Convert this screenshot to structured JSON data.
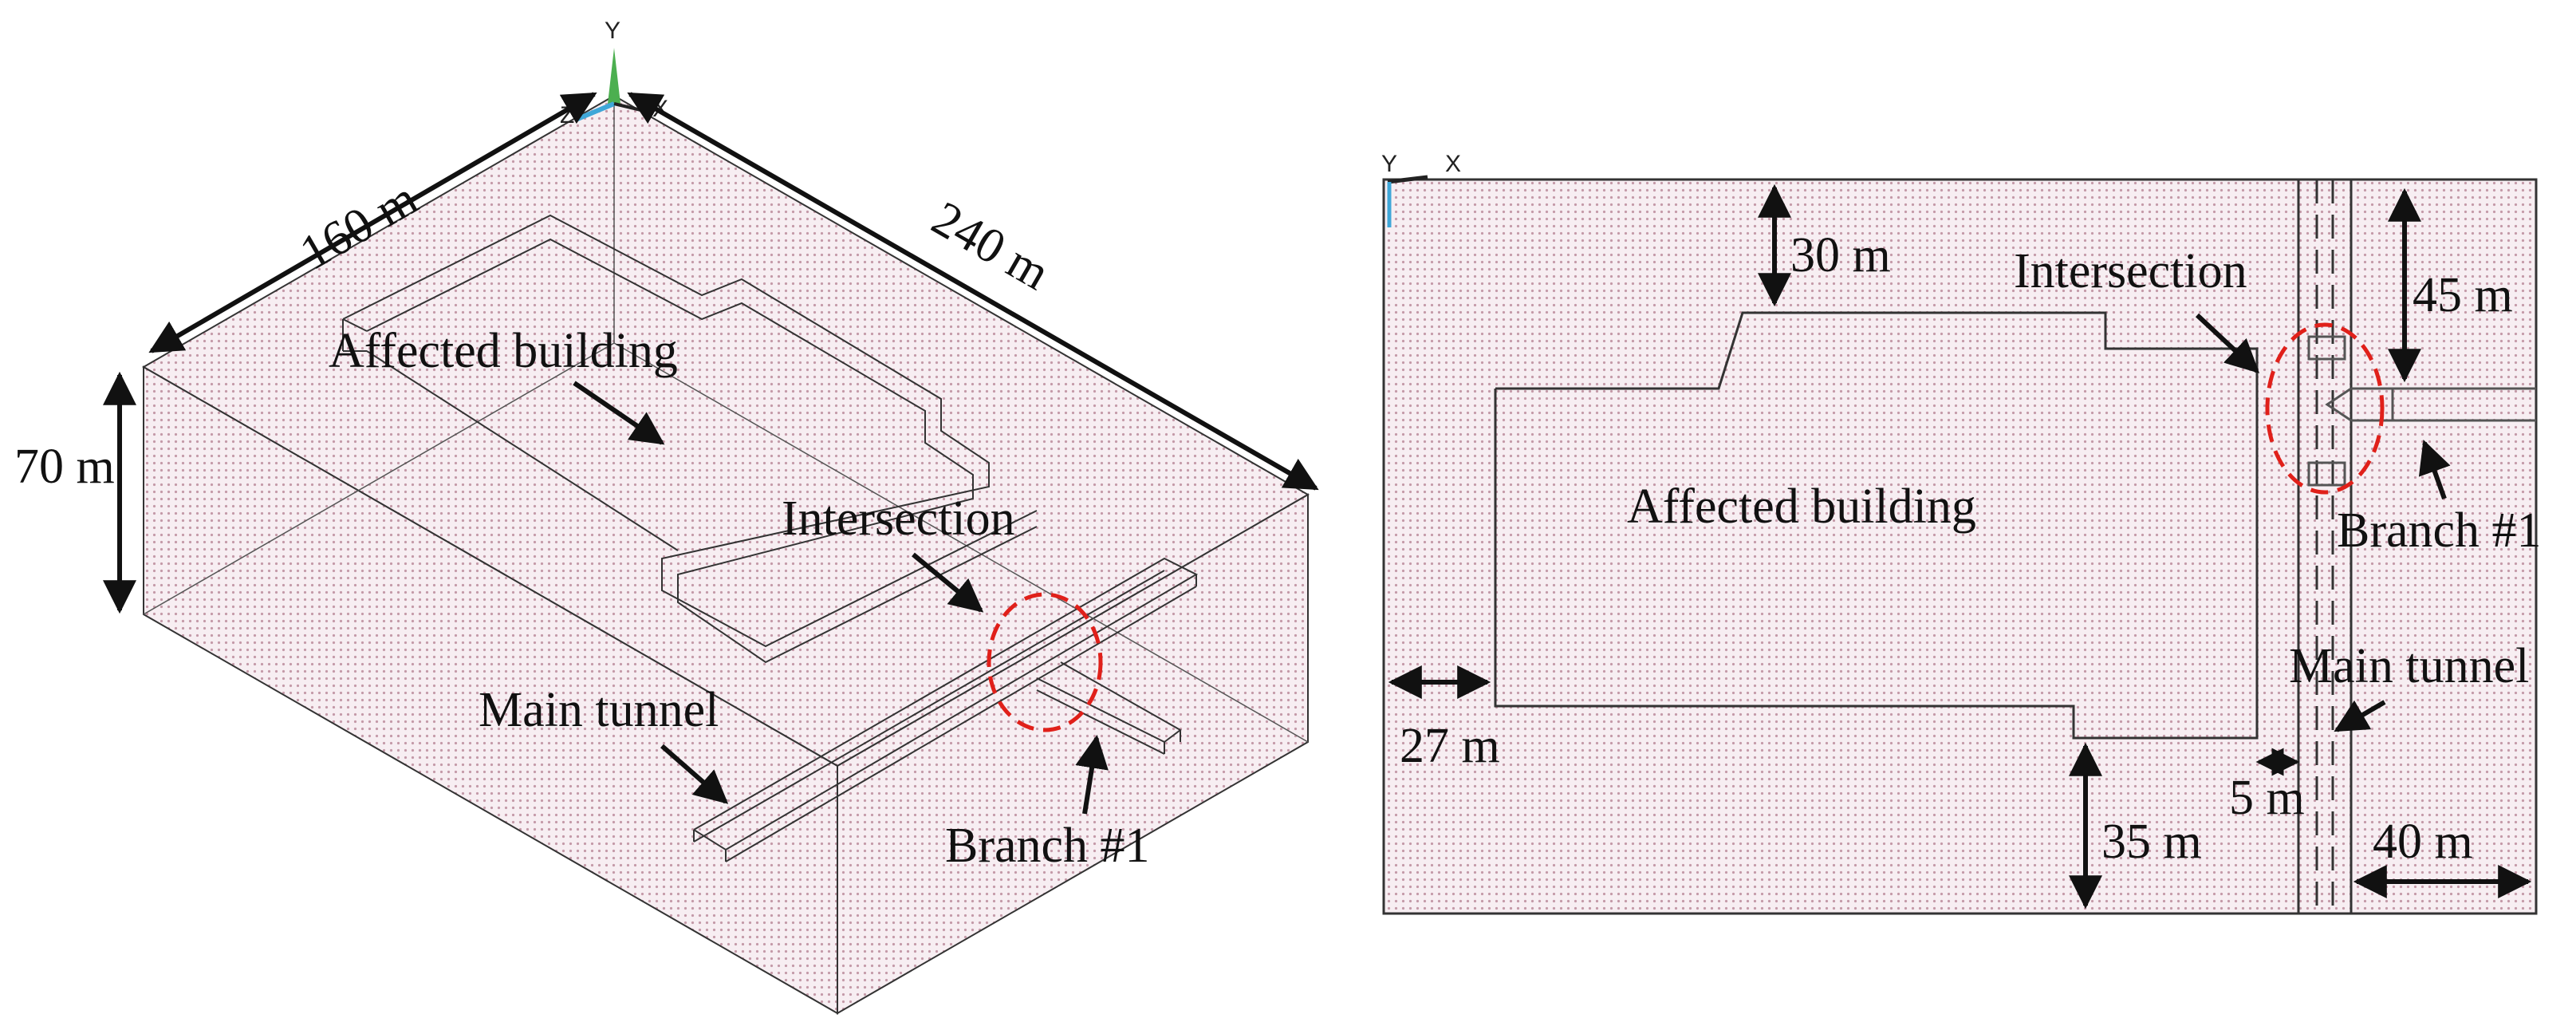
{
  "left_view": {
    "dimensions": {
      "width": "160 m",
      "length": "240 m",
      "height": "70 m"
    },
    "labels": {
      "affected_building": "Affected building",
      "intersection": "Intersection",
      "main_tunnel": "Main tunnel",
      "branch": "Branch #1"
    },
    "axes": {
      "x": "X",
      "y": "Y",
      "z": "Z"
    }
  },
  "right_view": {
    "dimensions": {
      "top_offset": "30 m",
      "branch_offset": "45 m",
      "left_offset": "27 m",
      "bottom_offset": "35 m",
      "gap": "5 m",
      "branch_length": "40 m"
    },
    "labels": {
      "affected_building": "Affected building",
      "intersection": "Intersection",
      "main_tunnel": "Main tunnel",
      "branch": "Branch #1"
    },
    "axes": {
      "x": "X",
      "y": "Y"
    }
  },
  "colors": {
    "mesh_dot": "#c49aa8",
    "background": "#f7eef2",
    "outline": "#333333",
    "highlight": "#e0201a",
    "axis_y": "#4caf50",
    "axis_z": "#3fa7d8"
  }
}
